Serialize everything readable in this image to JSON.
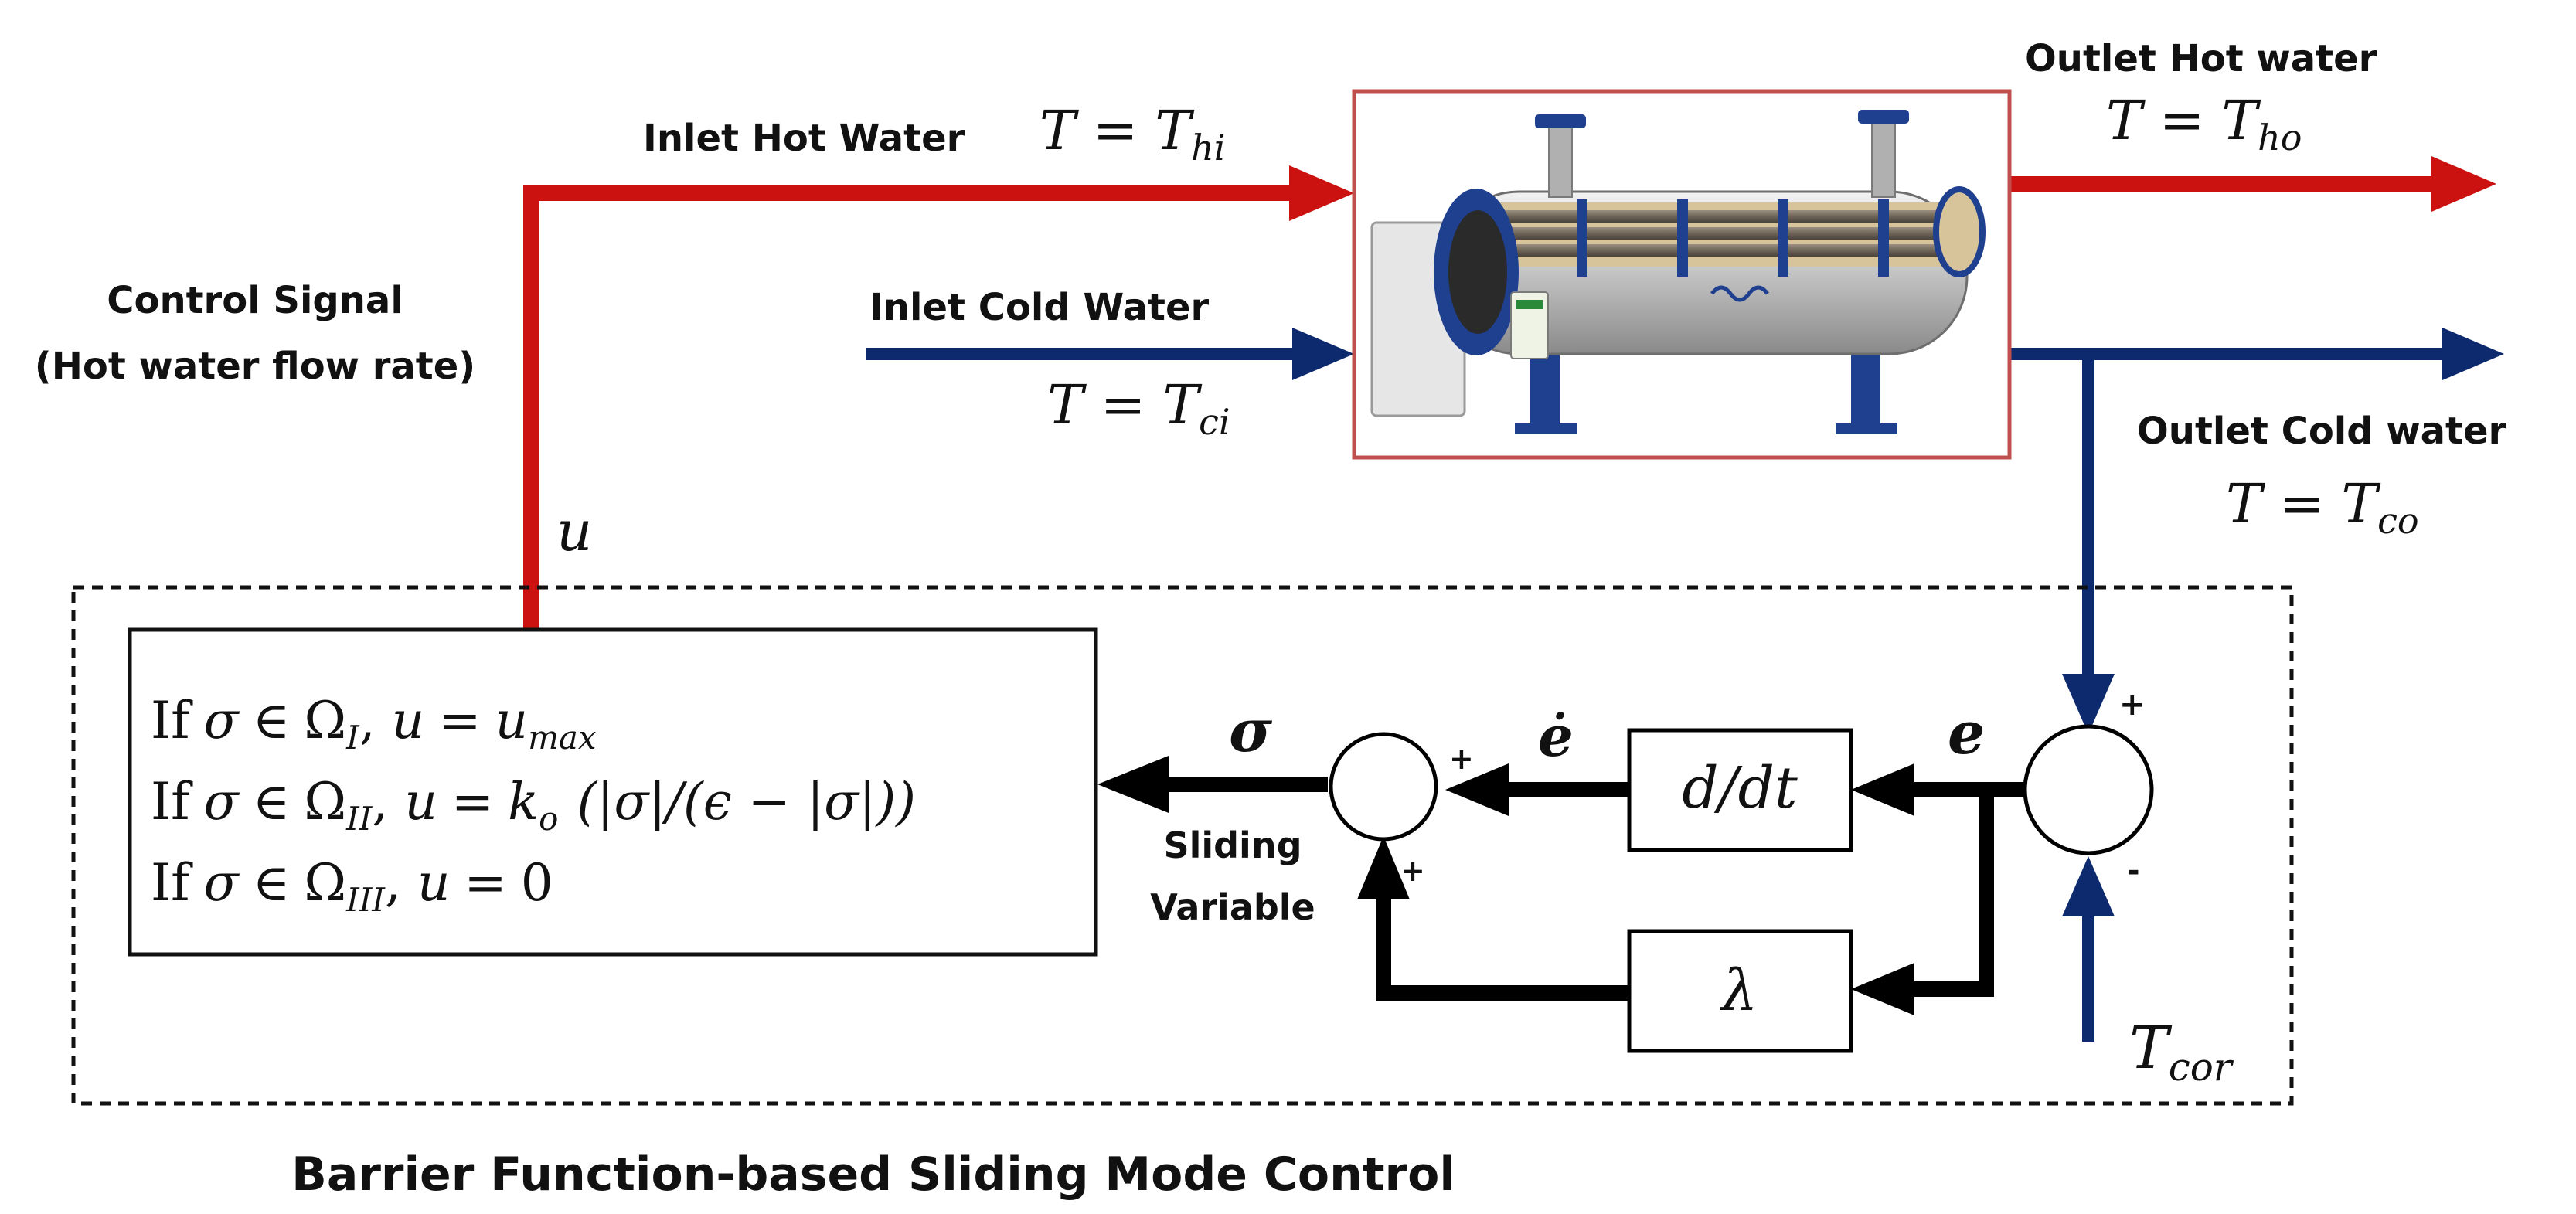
{
  "colors": {
    "hot": "#cc1111",
    "cold": "#0d2a6e",
    "signal": "#000000",
    "exchanger_border": "#c0504d"
  },
  "inlet_hot": {
    "label": "Inlet Hot Water",
    "T": "T",
    "eq": "=",
    "sym": "T",
    "sub": "hi"
  },
  "inlet_cold": {
    "label": "Inlet Cold Water",
    "T": "T",
    "eq": "=",
    "sym": "T",
    "sub": "ci"
  },
  "outlet_hot": {
    "label": "Outlet Hot water",
    "T": "T",
    "eq": "=",
    "sym": "T",
    "sub": "ho"
  },
  "outlet_cold": {
    "label": "Outlet Cold water",
    "T": "T",
    "eq": "=",
    "sym": "T",
    "sub": "co"
  },
  "control_signal": {
    "line1": "Control Signal",
    "line2": "(Hot water flow rate)",
    "u": "u"
  },
  "control_law": {
    "rows": [
      {
        "prefix": "If",
        "sigma": "σ",
        "in": "∈",
        "omega": "Ω",
        "region": "I",
        "u": "u",
        "eq": "=",
        "rhs": "u",
        "rhs_sub": "max"
      },
      {
        "prefix": "If",
        "sigma": "σ",
        "in": "∈",
        "omega": "Ω",
        "region": "II",
        "u": "u",
        "eq": "=",
        "k": "k",
        "k_sub": "o",
        "expr": "(|σ|/(ϵ − |σ|))"
      },
      {
        "prefix": "If",
        "sigma": "σ",
        "in": "∈",
        "omega": "Ω",
        "region": "III",
        "u": "u",
        "eq": "=",
        "rhs": "0"
      }
    ]
  },
  "sigma_label": "σ",
  "sliding_variable": {
    "line1": "Sliding",
    "line2": "Variable"
  },
  "e_dot": "ė",
  "e": "e",
  "derivative_block": "d/dt",
  "lambda_block": "λ",
  "summer_left": {
    "top_sign": "+",
    "bottom_sign": "+"
  },
  "summer_right": {
    "top_sign": "+",
    "bottom_sign": "-"
  },
  "reference": {
    "sym": "T",
    "sub": "cor"
  },
  "controller_title": "Barrier Function-based Sliding Mode Control",
  "exchanger_icon": "shell-and-tube-heat-exchanger-icon"
}
